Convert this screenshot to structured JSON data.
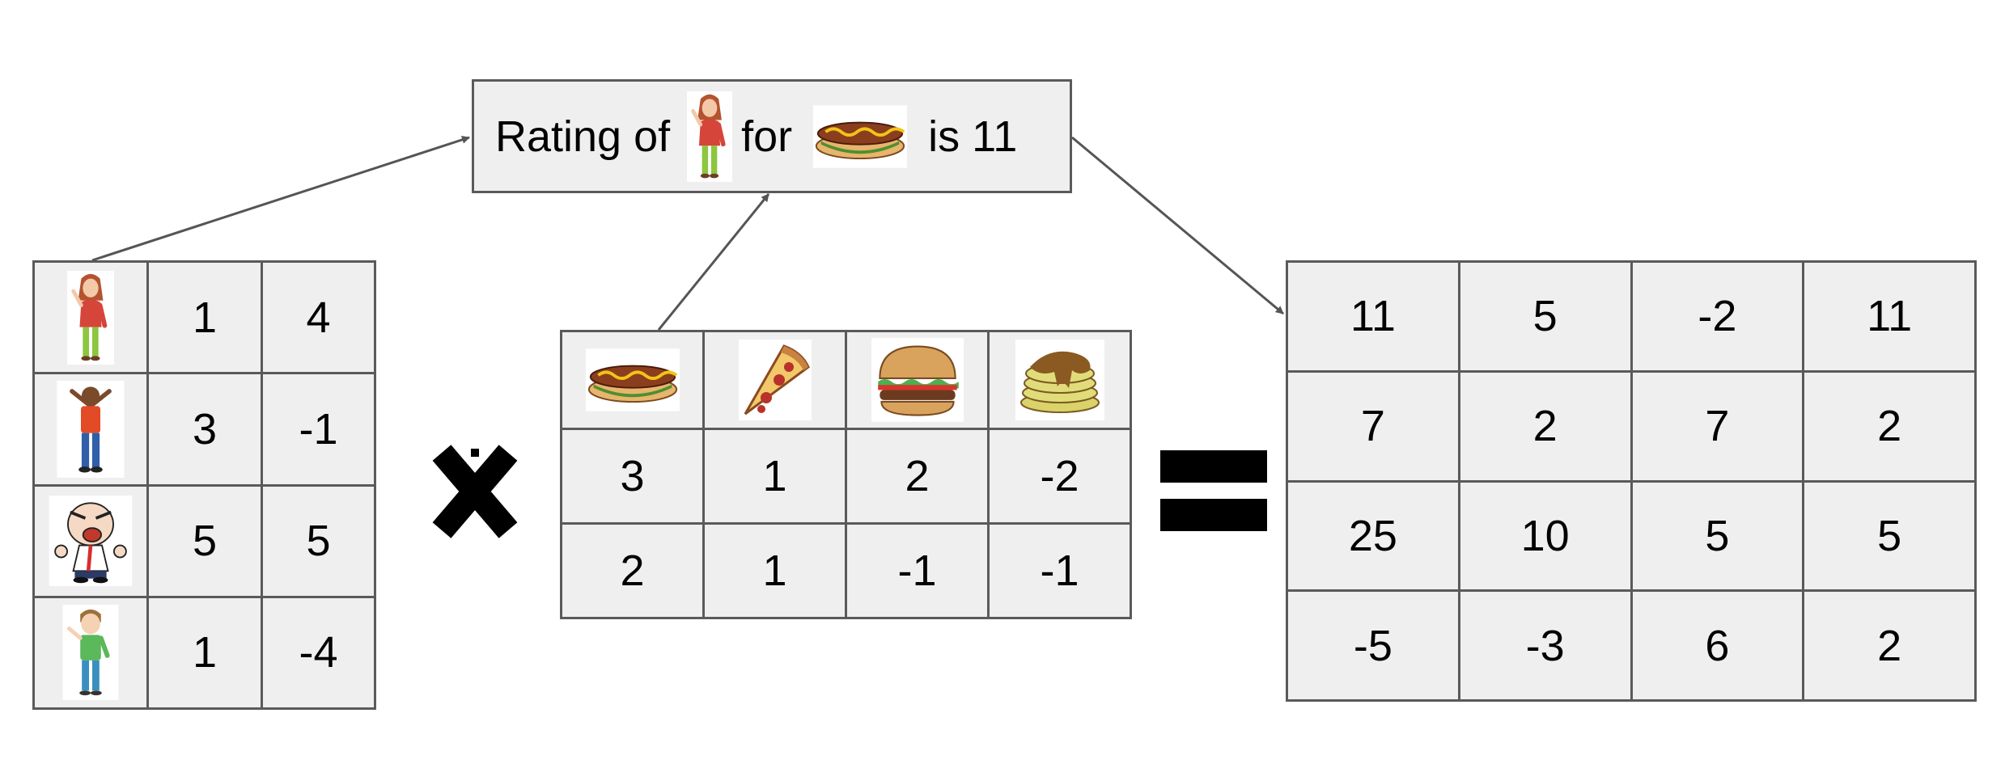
{
  "rating_box": {
    "prefix": "Rating of",
    "middle": "for",
    "suffix": "is 11"
  },
  "users_matrix": {
    "rows": [
      {
        "user_icon": "woman-waving-icon",
        "values": [
          "1",
          "4"
        ]
      },
      {
        "user_icon": "man-arms-raised-icon",
        "values": [
          "3",
          "-1"
        ]
      },
      {
        "user_icon": "angry-man-icon",
        "values": [
          "5",
          "5"
        ]
      },
      {
        "user_icon": "boy-waving-icon",
        "values": [
          "1",
          "-4"
        ]
      }
    ]
  },
  "foods_matrix": {
    "header_icons": [
      "hotdog-icon",
      "pizza-slice-icon",
      "burger-icon",
      "pancakes-icon"
    ],
    "rows": [
      [
        "3",
        "1",
        "2",
        "-2"
      ],
      [
        "2",
        "1",
        "-1",
        "-1"
      ]
    ]
  },
  "operators": {
    "multiply": "multiply-icon",
    "equals": "equals-icon"
  },
  "result_matrix": {
    "rows": [
      [
        "11",
        "5",
        "-2",
        "11"
      ],
      [
        "7",
        "2",
        "7",
        "2"
      ],
      [
        "25",
        "10",
        "5",
        "5"
      ],
      [
        "-5",
        "-3",
        "6",
        "2"
      ]
    ]
  },
  "colors": {
    "cell_fill": "#efefef",
    "grid_line": "#5a5a5a",
    "arrow": "#555555",
    "operator": "#000000"
  }
}
